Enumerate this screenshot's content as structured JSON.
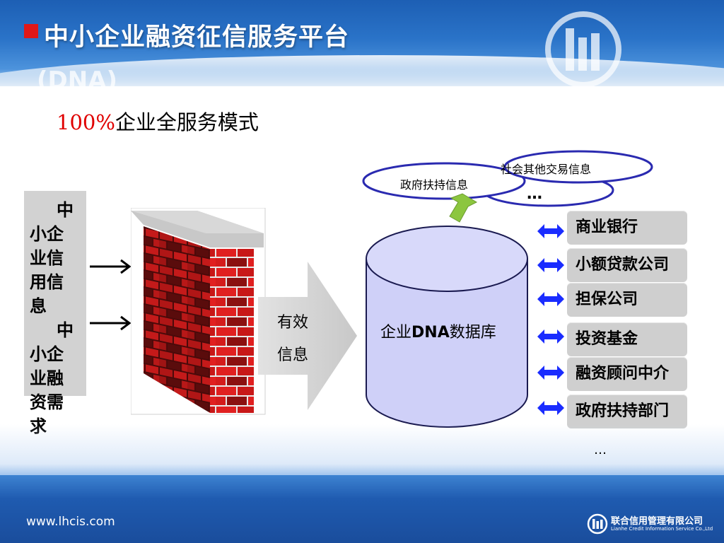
{
  "header": {
    "title": "中小企业融资征信服务平台",
    "title_sub": "(DNA)"
  },
  "subtitle": {
    "percent": "100%",
    "text": "企业全服务模式"
  },
  "left_box": {
    "lines": [
      "中",
      "小企",
      "业信",
      "用信",
      "息",
      "中",
      "小企",
      "业融",
      "资需",
      "求"
    ]
  },
  "arrow_box": {
    "line1": "有效",
    "line2": "信息"
  },
  "database": {
    "label_prefix": "企业",
    "label_bold": "DNA",
    "label_suffix": "数据库"
  },
  "sources": {
    "government": "政府扶持信息",
    "social": "社会其他交易信息",
    "more": "…"
  },
  "institutions": [
    {
      "label": "商业银行"
    },
    {
      "label": "小额贷款公司"
    },
    {
      "label": "担保公司"
    },
    {
      "label": "投资基金"
    },
    {
      "label": "融资顾问中介"
    },
    {
      "label": "政府扶持部门"
    }
  ],
  "institutions_more": "…",
  "footer": {
    "url": "www.lhcis.com",
    "company_cn": "联合信用管理有限公司",
    "company_en": "Lianhe Credit Information Service Co.,Ltd"
  },
  "colors": {
    "header_blue": "#2a73c8",
    "accent_red": "#e00000",
    "ellipse_stroke": "#2a2ab0",
    "db_fill": "#cfd0f8",
    "arrow_blue": "#1a2cff",
    "green_arrow": "#8cc63f"
  }
}
